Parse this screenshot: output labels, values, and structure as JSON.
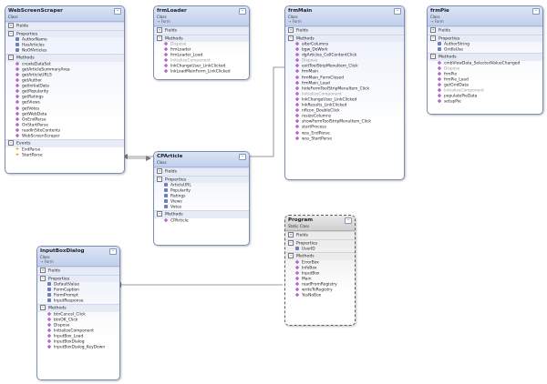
{
  "classes": {
    "webscreenscraper": {
      "name": "WebScreenScraper",
      "stereotype": "Class",
      "fields_label": "Fields",
      "properties_label": "Properties",
      "methods_label": "Methods",
      "events_label": "Events",
      "properties": [
        "AuthorName",
        "HasArticles",
        "NoOfArticles"
      ],
      "methods": [
        "createDataSet",
        "getArticleSummaryArea",
        "getArticleURLS",
        "getAuthor",
        "getInitialData",
        "getPopularity",
        "getRatings",
        "getViews",
        "getVotes",
        "getWebData",
        "OnEndParse",
        "OnStartParse",
        "readInSiteContents",
        "WebScreenScraper"
      ],
      "events": [
        "EndParse",
        "StartParse"
      ]
    },
    "frmloader": {
      "name": "frmLoader",
      "stereotype": "Class",
      "base": "Form",
      "fields_label": "Fields",
      "methods_label": "Methods",
      "methods": [
        "Dispose",
        "frmLoader",
        "frmLoader_Load",
        "InitializeComponent",
        "lnkChangeUser_LinkClicked",
        "lnkLoadMainForm_LinkClicked"
      ]
    },
    "frmmain": {
      "name": "frmMain",
      "stereotype": "Class",
      "base": "Form",
      "fields_label": "Fields",
      "methods_label": "Methods",
      "methods": [
        "alterColumns",
        "bgw_DoWork",
        "dgArticles_CellContentClick",
        "Dispose",
        "exitToolStripMenuItem_Click",
        "frmMain",
        "frmMain_FormClosed",
        "frmMain_Load",
        "hideFormToolStripMenuItem_Click",
        "InitializeComponent",
        "lnkChangeUser_LinkClicked",
        "lnkResults_LinkClicked",
        "nfIcon_DoubleClick",
        "resizeColumns",
        "showFormToolStripMenuItem_Click",
        "startProcess",
        "wss_EndParse",
        "wss_StartParse"
      ]
    },
    "frmpie": {
      "name": "frmPie",
      "stereotype": "Class",
      "base": "Form",
      "fields_label": "Fields",
      "properties_label": "Properties",
      "methods_label": "Methods",
      "properties": [
        "AuthorString",
        "GridIsUse"
      ],
      "methods": [
        "cmbViewData_SelectedValueChanged",
        "Dispose",
        "frmPie",
        "frmPie_Load",
        "getGridData",
        "InitializeComponent",
        "populatePieData",
        "setupPie"
      ]
    },
    "cparticle": {
      "name": "CPArticle",
      "stereotype": "Class",
      "fields_label": "Fields",
      "properties_label": "Properties",
      "methods_label": "Methods",
      "properties": [
        "ArticleURL",
        "Popularity",
        "Ratings",
        "Views",
        "Votes"
      ],
      "methods": [
        "CPArticle"
      ]
    },
    "program": {
      "name": "Program",
      "stereotype": "Static Class",
      "fields_label": "Fields",
      "properties_label": "Properties",
      "methods_label": "Methods",
      "properties": [
        "UserID"
      ],
      "methods": [
        "ErrorBox",
        "InfoBox",
        "InputBox",
        "Main",
        "readFromRegistry",
        "writeToRegistry",
        "YesNoBox"
      ]
    },
    "inputboxdialog": {
      "name": "InputBoxDialog",
      "stereotype": "Class",
      "base": "Form",
      "fields_label": "Fields",
      "properties_label": "Properties",
      "methods_label": "Methods",
      "properties": [
        "DefaultValue",
        "FormCaption",
        "FormPrompt",
        "InputResponse"
      ],
      "methods": [
        "btnCancel_Click",
        "btnOK_Click",
        "Dispose",
        "InitializeComponent",
        "InputBox_Load",
        "InputBoxDialog",
        "InputBoxDialog_KeyDown"
      ]
    }
  },
  "colors": {
    "box_border": "#7b8db3",
    "header": "#c9d6ee",
    "connector": "#7a7a7a",
    "grayed": "#9a9a9a",
    "method_icon": "#b36ad0"
  },
  "icons": {
    "collapse": "chevron-up-icon",
    "method": "method-icon",
    "property": "property-icon",
    "event": "event-icon"
  }
}
